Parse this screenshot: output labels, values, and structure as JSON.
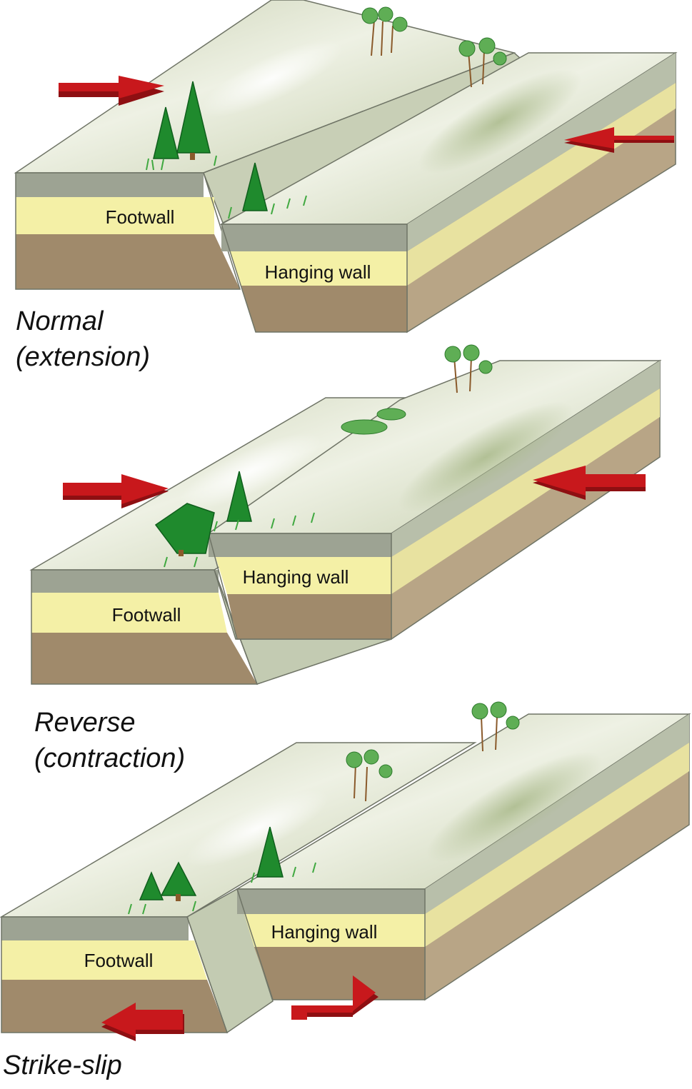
{
  "diagrams": [
    {
      "caption_lines": [
        "Normal",
        "(extension)"
      ],
      "footwall_label": "Footwall",
      "hanging_wall_label": "Hanging wall"
    },
    {
      "caption_lines": [
        "Reverse",
        "(contraction)"
      ],
      "footwall_label": "Footwall",
      "hanging_wall_label": "Hanging wall"
    },
    {
      "caption_lines": [
        "Strike-slip"
      ],
      "footwall_label": "Footwall",
      "hanging_wall_label": "Hanging wall"
    }
  ],
  "colors": {
    "surface": "#d6dcc4",
    "surface_dark": "#b9c4a0",
    "gray_layer": "#9da393",
    "gray_side": "#b8bfaa",
    "yellow_layer": "#f4f0a6",
    "yellow_side": "#e8e2a0",
    "brown_layer": "#a08a6b",
    "brown_side": "#b8a586",
    "fault_plane": "#c3cbb2",
    "arrow": "#c8181c",
    "arrow_dark": "#8e0f12",
    "conifer": "#1f8a2d",
    "conifer_dark": "#0f5e1c",
    "leaf": "#5fae55",
    "trunk": "#8a5a2b",
    "grass": "#3fa83f"
  }
}
